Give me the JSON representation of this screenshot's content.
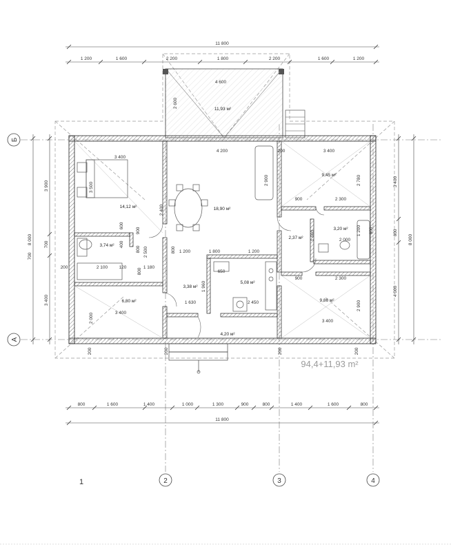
{
  "dimensions": {
    "top_overall": "11 800",
    "top_chain": [
      "1 200",
      "1 600",
      "2 200",
      "1 800",
      "2 200",
      "1 600",
      "1 200"
    ],
    "left_overall": "8 000",
    "left_chain": [
      "3 900",
      "700",
      "3 400"
    ],
    "right_overall": "8 000",
    "right_chain": [
      "3 400",
      "600",
      "4 000"
    ],
    "bottom_overall": "11 800",
    "bottom_chain": [
      "800",
      "1 600",
      "1 400",
      "1 000",
      "1 300",
      "900",
      "800",
      "1 400",
      "1 600",
      "800"
    ],
    "interior": [
      {
        "id": "porch-w",
        "text": "4 600"
      },
      {
        "id": "porch-d",
        "text": "2 600"
      },
      {
        "id": "bed1-w",
        "text": "3 400"
      },
      {
        "id": "bed1-h",
        "text": "3 500"
      },
      {
        "id": "living-w",
        "text": "4 200"
      },
      {
        "id": "living-h",
        "text": "2 900"
      },
      {
        "id": "bed2-w",
        "text": "3 400"
      },
      {
        "id": "bed2-h",
        "text": "2 780"
      },
      {
        "id": "bed2-a",
        "text": "900"
      },
      {
        "id": "bed2-b",
        "text": "2 300"
      },
      {
        "id": "bath2-a",
        "text": "2 000"
      },
      {
        "id": "bath2-b",
        "text": "1 200"
      },
      {
        "id": "hall2-a",
        "text": "600"
      },
      {
        "id": "hall2-b",
        "text": "1 600"
      },
      {
        "id": "bed3-a",
        "text": "900"
      },
      {
        "id": "bed3-b",
        "text": "2 300"
      },
      {
        "id": "bed3-w",
        "text": "3 400"
      },
      {
        "id": "bed3-h",
        "text": "2 900"
      },
      {
        "id": "bath1-a",
        "text": "2 100"
      },
      {
        "id": "bath1-b",
        "text": "120"
      },
      {
        "id": "bath1-c",
        "text": "200"
      },
      {
        "id": "c1",
        "text": "900"
      },
      {
        "id": "c2",
        "text": "600"
      },
      {
        "id": "c3",
        "text": "800"
      },
      {
        "id": "c4",
        "text": "2 500"
      },
      {
        "id": "c5",
        "text": "1 180"
      },
      {
        "id": "c6",
        "text": "800"
      },
      {
        "id": "c7",
        "text": "2 400"
      },
      {
        "id": "c8",
        "text": "1 200"
      },
      {
        "id": "c9",
        "text": "1 800"
      },
      {
        "id": "c10",
        "text": "1 200"
      },
      {
        "id": "c11",
        "text": "800"
      },
      {
        "id": "c12",
        "text": "1 960"
      },
      {
        "id": "c13",
        "text": "650"
      },
      {
        "id": "c14",
        "text": "2 450"
      },
      {
        "id": "c15",
        "text": "1 630"
      },
      {
        "id": "bed4-w",
        "text": "3 400"
      },
      {
        "id": "bed4-h",
        "text": "2 000"
      },
      {
        "id": "w200a",
        "text": "200"
      },
      {
        "id": "w200b",
        "text": "200"
      },
      {
        "id": "w200c",
        "text": "200"
      },
      {
        "id": "w200d",
        "text": "200"
      },
      {
        "id": "w200e",
        "text": "200"
      },
      {
        "id": "w700",
        "text": "700"
      },
      {
        "id": "w400",
        "text": "400"
      }
    ]
  },
  "rooms": [
    {
      "id": "porch",
      "area": "11,93 м²"
    },
    {
      "id": "bedroom-1",
      "area": "14,12 м²"
    },
    {
      "id": "living",
      "area": "18,90 м²"
    },
    {
      "id": "bedroom-2",
      "area": "9,45 м²"
    },
    {
      "id": "bath-1",
      "area": "3,74 м²"
    },
    {
      "id": "hall-2",
      "area": "2,37 м²"
    },
    {
      "id": "bath-2",
      "area": "3,20 м²"
    },
    {
      "id": "corridor",
      "area": "3,38 м²"
    },
    {
      "id": "kitchen",
      "area": "5,08 м²"
    },
    {
      "id": "bedroom-3",
      "area": "9,86 м²"
    },
    {
      "id": "bedroom-4",
      "area": "6,80 м²"
    },
    {
      "id": "entry",
      "area": "4,20 м²"
    }
  ],
  "axes": {
    "left": [
      "Б",
      "А"
    ],
    "bottom": [
      "2",
      "3",
      "4"
    ]
  },
  "total_area": "94,4+11,93 m²",
  "sheet_number": "1"
}
